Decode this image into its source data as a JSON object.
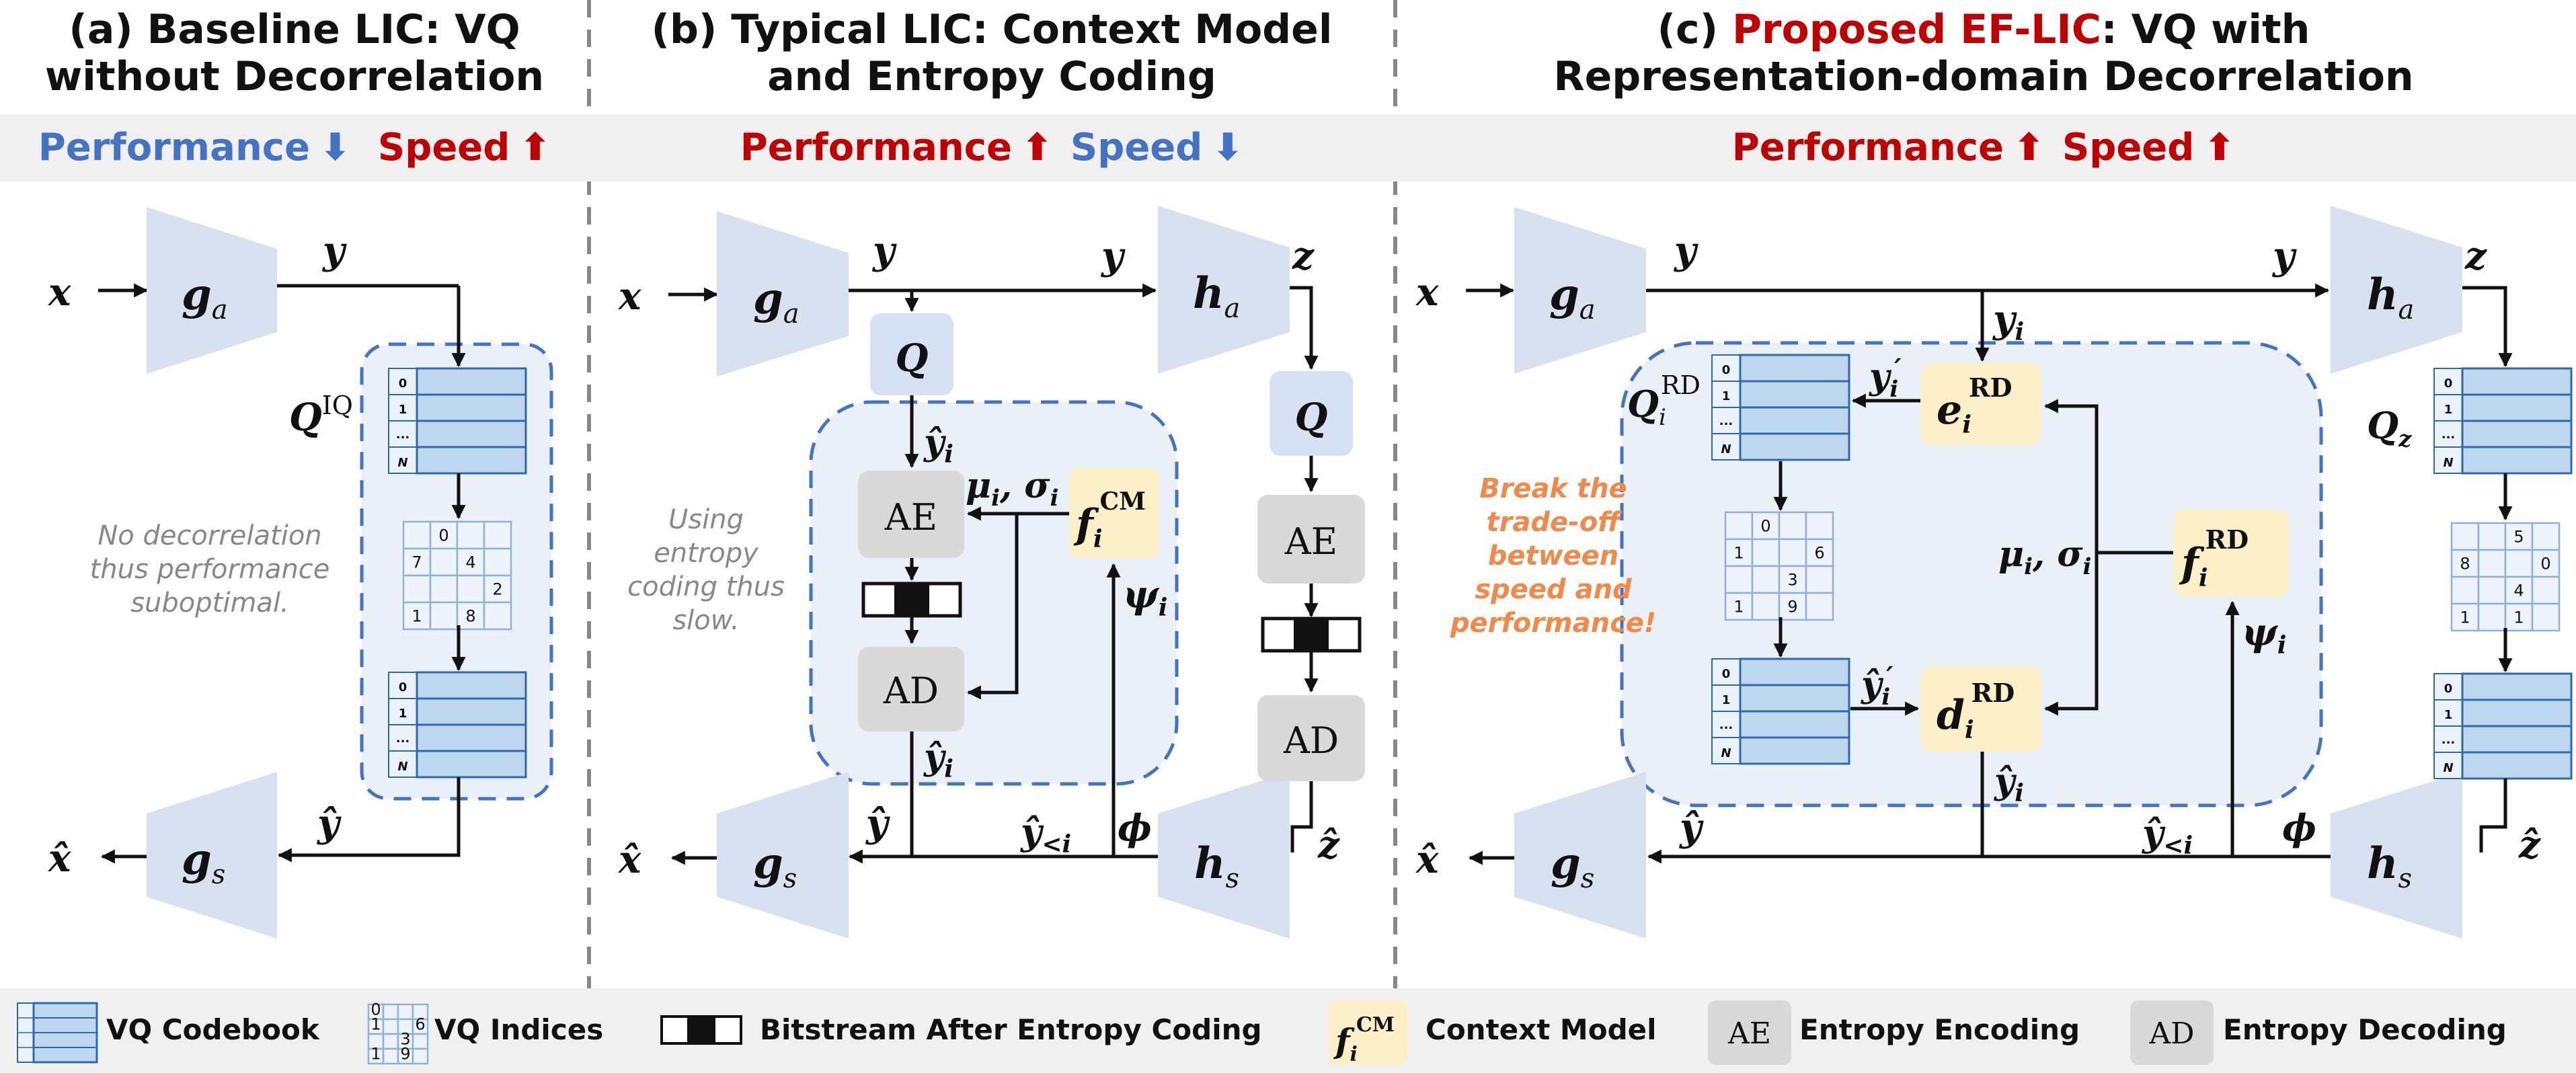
{
  "panels": {
    "a": {
      "title_l1": "(a) Baseline LIC: VQ",
      "title_l2": "without Decorrelation",
      "perf_label": "Performance",
      "perf_arrow": "⬇",
      "speed_label": "Speed",
      "speed_arrow": "⬆",
      "note": [
        "No decorrelation",
        "thus performance",
        "suboptimal."
      ]
    },
    "b": {
      "title_l1": "(b) Typical LIC: Context Model",
      "title_l2": "and Entropy Coding",
      "perf_label": "Performance",
      "perf_arrow": "⬆",
      "speed_label": "Speed",
      "speed_arrow": "⬇",
      "note": [
        "Using",
        "entropy",
        "coding thus",
        "slow."
      ]
    },
    "c": {
      "title_prefix": "(c) ",
      "title_red": "Proposed EF-LIC",
      "title_suffix": ": VQ with",
      "title_l2": "Representation-domain Decorrelation",
      "perf_label": "Performance",
      "perf_arrow": "⬆",
      "speed_label": "Speed",
      "speed_arrow": "⬆",
      "note": [
        "Break the",
        "trade-off",
        "between",
        "speed and",
        "performance!"
      ]
    }
  },
  "blocks": {
    "ae": "AE",
    "ad": "AD",
    "q": "Q"
  },
  "codebook_rows": [
    "0",
    "1",
    "...",
    "N"
  ],
  "grids": {
    "a": [
      "",
      "0",
      "",
      "",
      "7",
      "",
      "4",
      "",
      "",
      "",
      "",
      "2",
      "1",
      "",
      "8",
      ""
    ],
    "c_left": [
      "",
      "0",
      "",
      "",
      "1",
      "",
      "",
      "6",
      "",
      "",
      "3",
      "",
      "1",
      "",
      "9",
      ""
    ],
    "c_right": [
      "",
      "",
      "5",
      "",
      "8",
      "",
      "",
      "0",
      "",
      "",
      "4",
      "",
      "1",
      "",
      "1",
      ""
    ],
    "legend": [
      "0",
      "",
      "",
      "",
      "1",
      "",
      "",
      "6",
      "",
      "",
      "3",
      "",
      "1",
      "",
      "9",
      ""
    ]
  },
  "legend": {
    "codebook": "VQ Codebook",
    "indices": "VQ Indices",
    "bitstream": "Bitstream After Entropy Coding",
    "context": "Context Model",
    "ae_label": "AE",
    "ae_text": "Entropy Encoding",
    "ad_label": "AD",
    "ad_text": "Entropy Decoding"
  },
  "colors": {
    "red": "#c00000",
    "blue": "#4472c4",
    "orange": "#f08a4b",
    "gray_note": "#888888"
  }
}
